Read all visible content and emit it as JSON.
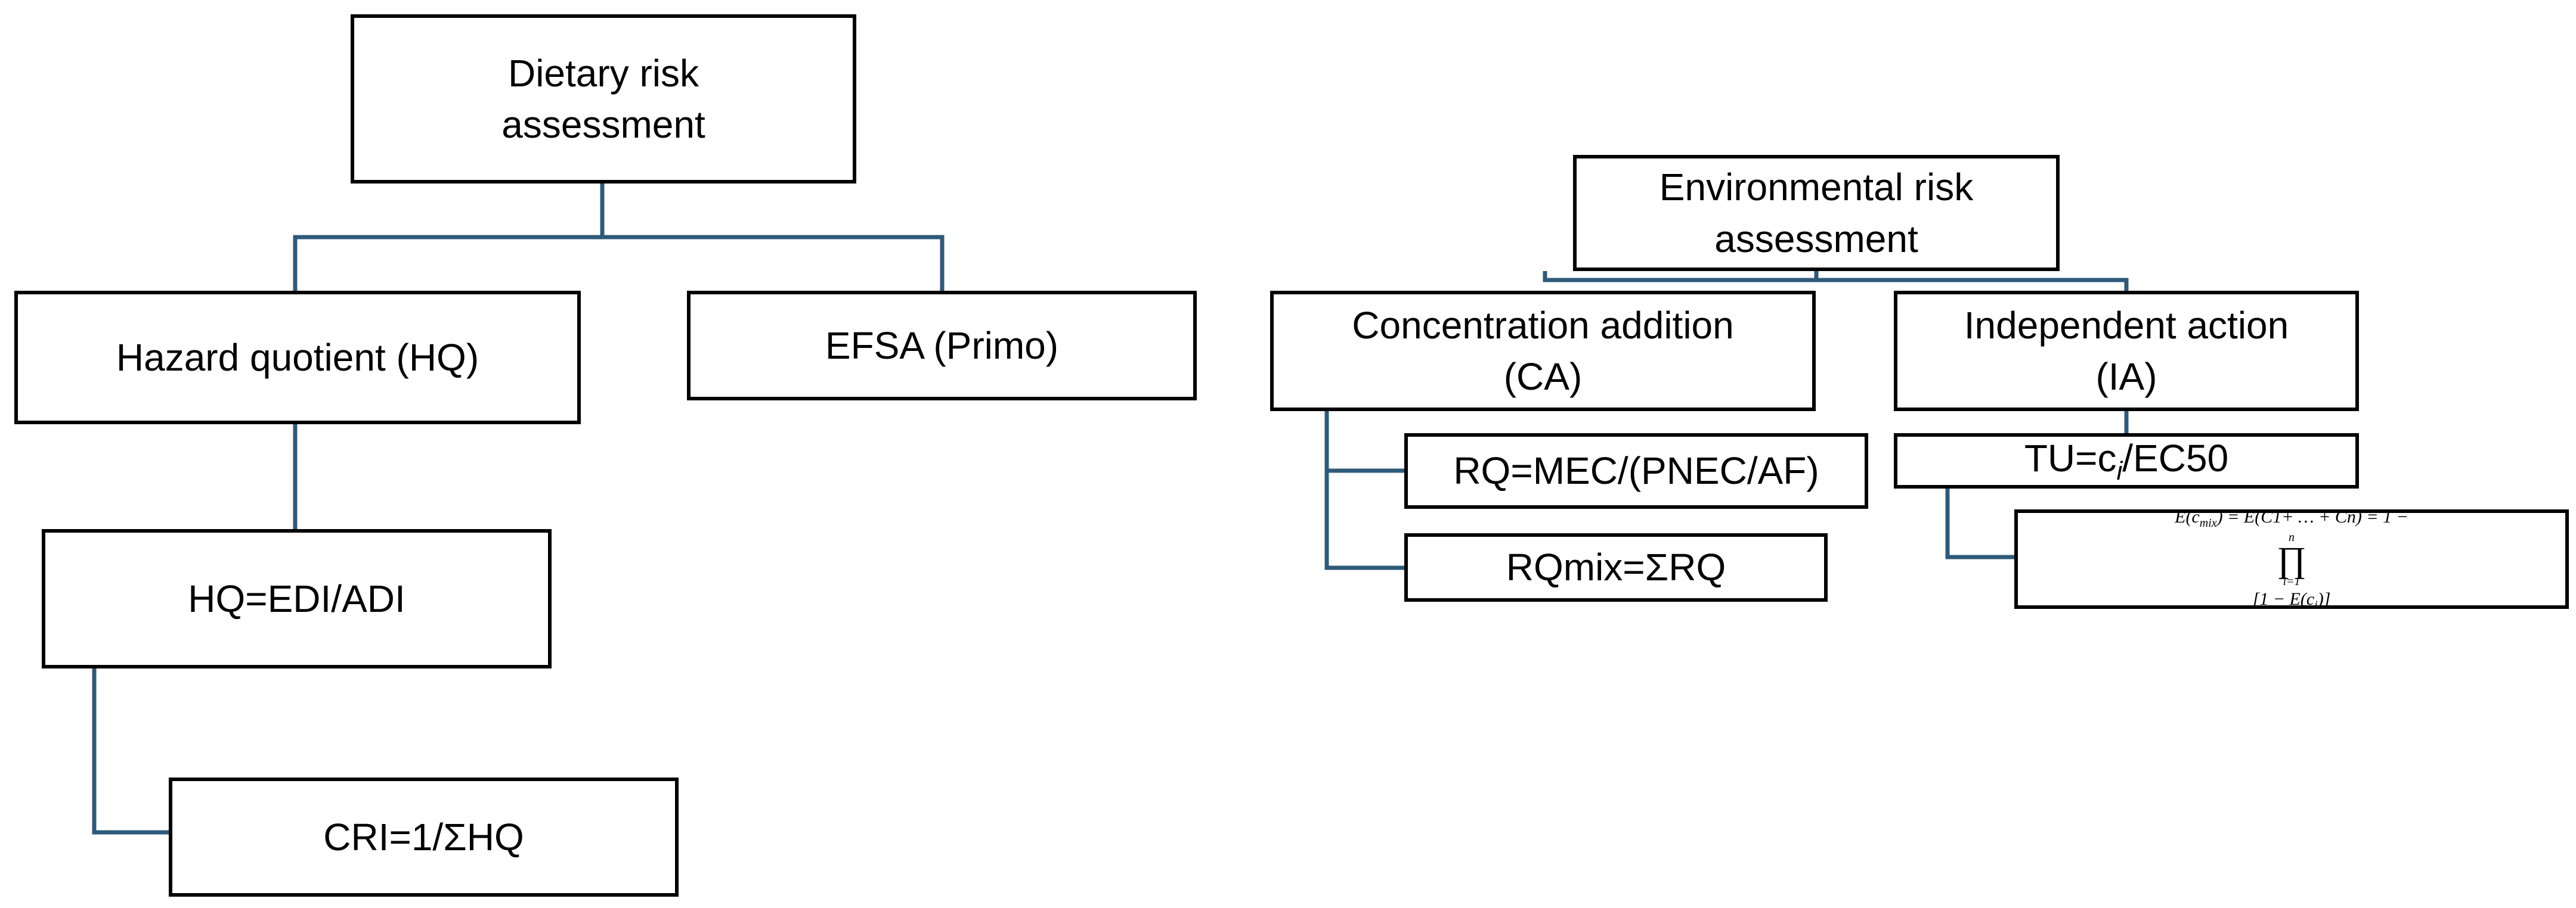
{
  "diagram": {
    "colors": {
      "connector": "#2e5a7a",
      "box_border": "#000000",
      "background": "#ffffff"
    },
    "dietary": {
      "root": {
        "line1": "Dietary risk",
        "line2": "assessment"
      },
      "hq": "Hazard quotient (HQ)",
      "efsa": "EFSA (Primo)",
      "hq_formula": "HQ=EDI/ADI",
      "cri_formula": "CRI=1/ΣHQ"
    },
    "environmental": {
      "root": {
        "line1": "Environmental risk",
        "line2": "assessment"
      },
      "ca": {
        "line1": "Concentration addition",
        "line2": "(CA)"
      },
      "ia": {
        "line1": "Independent action",
        "line2": "(IA)"
      },
      "rq_formula": "RQ=MEC/(PNEC/AF)",
      "rqmix_formula": "RQmix=ΣRQ",
      "tu_formula": {
        "prefix": "TU=c",
        "subscript": "i",
        "suffix": "/EC50"
      },
      "ia_formula": {
        "lhs": "E(c",
        "lhs_sub": "mix",
        "mid": ") = E(C1+  … + Cn) = 1 −",
        "prod_upper": "n",
        "prod_symbol": "∏",
        "prod_lower": "i=1",
        "rhs": "[1 − E(c",
        "rhs_sub": "i",
        "rhs_end": ")]"
      }
    }
  }
}
